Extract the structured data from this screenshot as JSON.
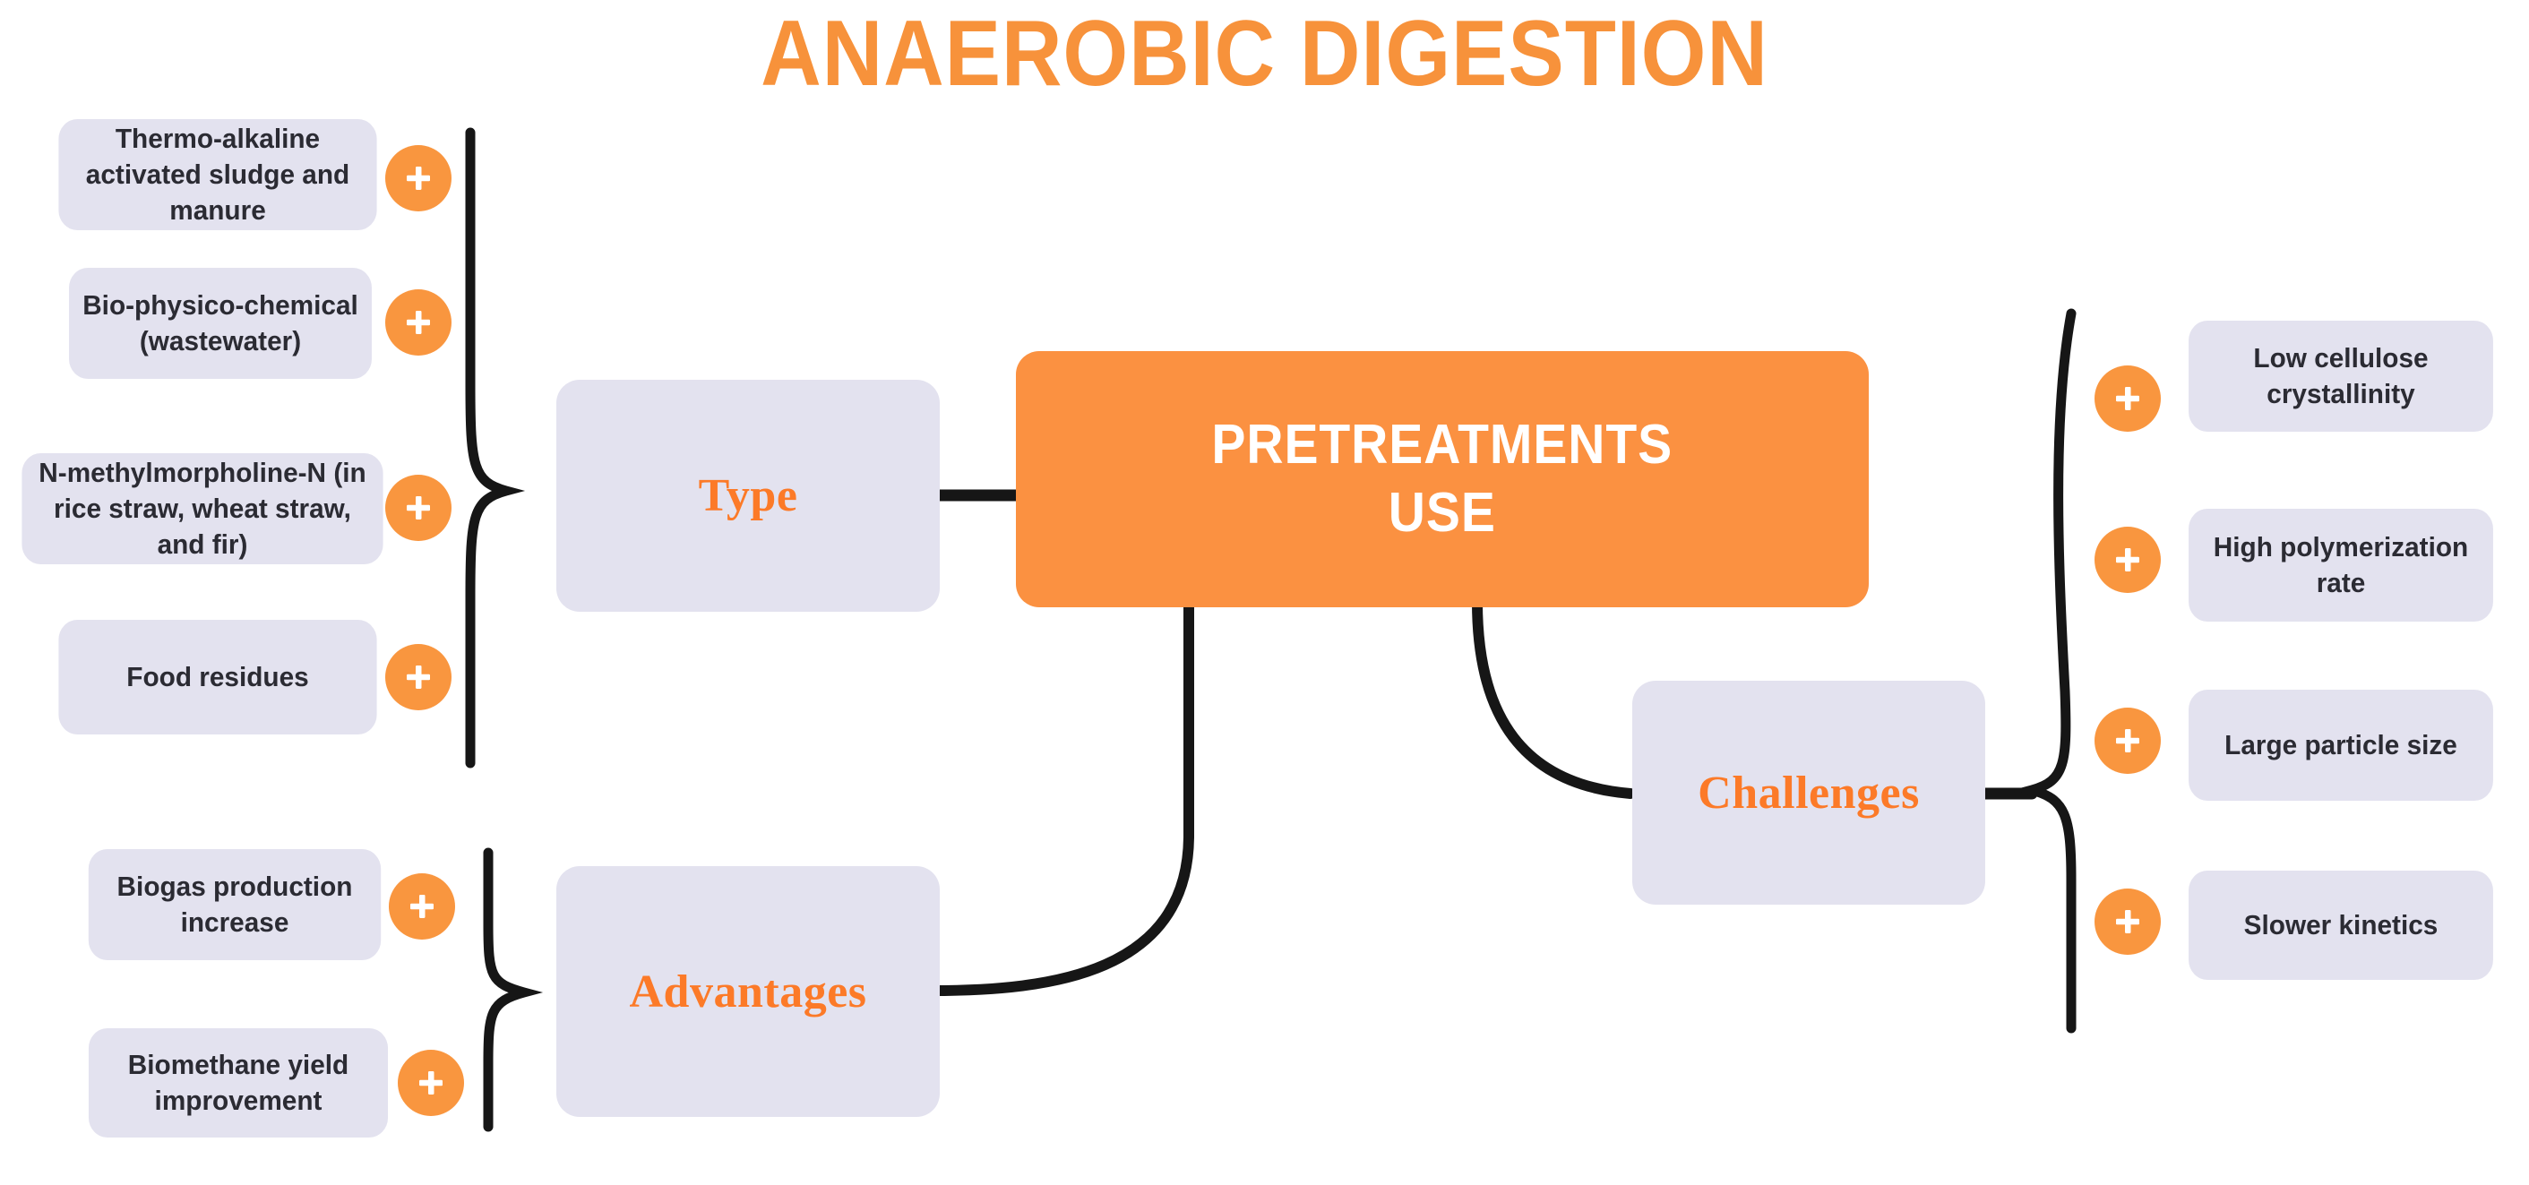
{
  "title": "ANAEROBIC DIGESTION",
  "colors": {
    "accent_orange": "#FB9141",
    "title_orange": "#F7923B",
    "branch_label_orange": "#FC7A28",
    "pill_background": "#E3E2EF",
    "pill_text": "#2B2B33",
    "connector": "#161616",
    "center_text": "#FFFFFF",
    "canvas": "#FFFFFF"
  },
  "center": {
    "line1": "PRETREATMENTS",
    "line2": "USE"
  },
  "branches": {
    "type": {
      "label": "Type"
    },
    "advantages": {
      "label": "Advantages"
    },
    "challenges": {
      "label": "Challenges"
    }
  },
  "type_items": [
    {
      "text": "Thermo-alkaline activated sludge and manure",
      "badge": "plus"
    },
    {
      "text": "Bio-physico-chemical (wastewater)",
      "badge": "plus"
    },
    {
      "text": "N-methylmorpholine-N (in rice straw, wheat straw, and fir)",
      "badge": "plus"
    },
    {
      "text": "Food residues",
      "badge": "plus"
    }
  ],
  "advantages_items": [
    {
      "text": "Biogas production increase",
      "badge": "plus"
    },
    {
      "text": "Biomethane yield improvement",
      "badge": "plus"
    }
  ],
  "challenges_items": [
    {
      "text": "Low cellulose crystallinity",
      "badge": "plus"
    },
    {
      "text": "High polymerization rate",
      "badge": "plus"
    },
    {
      "text": "Large particle size",
      "badge": "plus"
    },
    {
      "text": "Slower kinetics",
      "badge": "plus"
    }
  ],
  "icons": {
    "plus": "+"
  }
}
